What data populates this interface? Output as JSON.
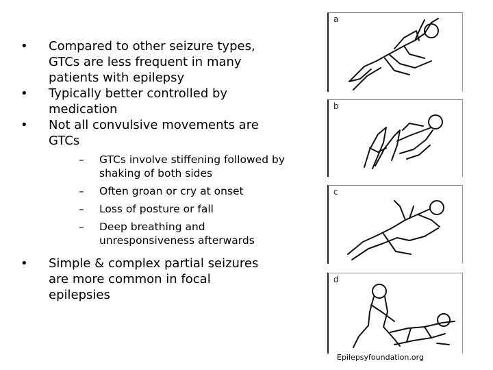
{
  "bullets": {
    "b1": [
      "Compared to other seizure types,",
      "GTCs are less frequent in many",
      "patients with epilepsy"
    ],
    "b2": [
      "Typically better controlled by",
      "medication"
    ],
    "b3": [
      "Not all convulsive movements are",
      "GTCs"
    ],
    "sub": {
      "s1": [
        "GTCs involve stiffening followed by",
        "shaking of both sides"
      ],
      "s2": [
        "Often groan or cry at onset"
      ],
      "s3": [
        "Loss of posture or fall"
      ],
      "s4": [
        "Deep breathing and",
        "unresponsiveness afterwards"
      ]
    },
    "b4": [
      "Simple & complex partial seizures",
      "are more common in focal",
      "epilepsies"
    ],
    "bullet_char": "•",
    "dash_char": "–"
  },
  "figure": {
    "panels": [
      "a",
      "b",
      "c",
      "d"
    ],
    "credit": "Epilepsyfoundation.org"
  }
}
